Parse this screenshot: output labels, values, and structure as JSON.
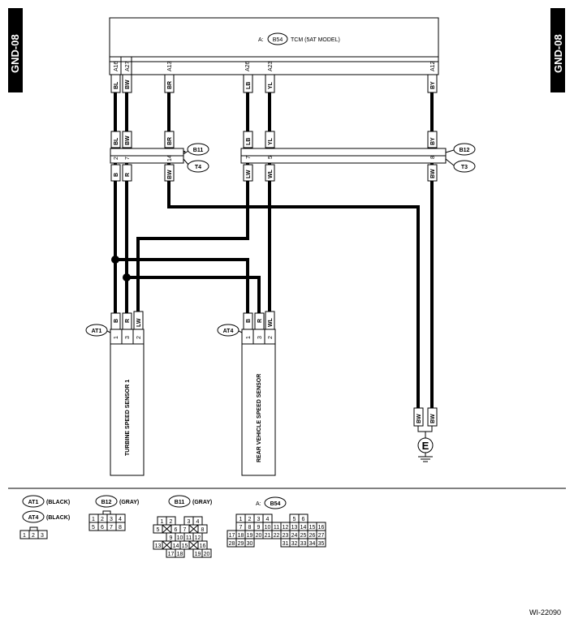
{
  "tabs": {
    "left": "GND-08",
    "right": "GND-08"
  },
  "tcm": {
    "prefix": "A:",
    "connector": "B54",
    "title": "TCM (5AT MODEL)"
  },
  "tcm_pins": [
    "A16",
    "A27",
    "A13",
    "A26",
    "A23",
    "A12"
  ],
  "wires_top": [
    "BL",
    "BW",
    "BR",
    "LB",
    "YL",
    "BY"
  ],
  "conn_b11": {
    "name": "B11",
    "pair": "T4",
    "pins": [
      "2",
      "7",
      "14"
    ],
    "upper": [
      "BL",
      "BW",
      "BR"
    ],
    "lower": [
      "B",
      "R",
      "BW"
    ]
  },
  "conn_b12": {
    "name": "B12",
    "pair": "T3",
    "pins": [
      "7",
      "5",
      "8"
    ],
    "upper": [
      "LB",
      "YL",
      "BY"
    ],
    "lower": [
      "LW",
      "WL",
      "BW"
    ]
  },
  "sensor1": {
    "connector": "AT1",
    "name": "TURBINE SPEED SENSOR 1",
    "pins": [
      "1",
      "3",
      "2"
    ],
    "wires": [
      "B",
      "R",
      "LW"
    ]
  },
  "sensor2": {
    "connector": "AT4",
    "name": "REAR VEHICLE SPEED SENSOR",
    "pins": [
      "1",
      "3",
      "2"
    ],
    "wires": [
      "B",
      "R",
      "WL"
    ]
  },
  "ground": {
    "symbol": "E",
    "wires": [
      "BW",
      "BW"
    ]
  },
  "legend": {
    "at1": {
      "name": "AT1",
      "color": "(BLACK)"
    },
    "at4": {
      "name": "AT4",
      "color": "(BLACK)"
    },
    "at_pins": [
      "1",
      "2",
      "3"
    ],
    "b12": {
      "name": "B12",
      "color": "(GRAY)",
      "pins": [
        "1",
        "2",
        "3",
        "4",
        "5",
        "6",
        "7",
        "8"
      ]
    },
    "b11": {
      "name": "B11",
      "color": "(GRAY)",
      "pins": [
        "1",
        "2",
        "3",
        "4",
        "5",
        "6",
        "7",
        "8",
        "9",
        "10",
        "11",
        "12",
        "13",
        "14",
        "15",
        "16",
        "17",
        "18",
        "19",
        "20"
      ]
    },
    "b54": {
      "prefix": "A:",
      "name": "B54",
      "pins": [
        "1",
        "2",
        "3",
        "4",
        "5",
        "6",
        "7",
        "8",
        "9",
        "10",
        "11",
        "12",
        "13",
        "14",
        "15",
        "16",
        "17",
        "18",
        "19",
        "20",
        "21",
        "22",
        "23",
        "24",
        "25",
        "26",
        "27",
        "28",
        "29",
        "30",
        "31",
        "32",
        "33",
        "34",
        "35"
      ]
    }
  },
  "figure_id": "WI-22090"
}
